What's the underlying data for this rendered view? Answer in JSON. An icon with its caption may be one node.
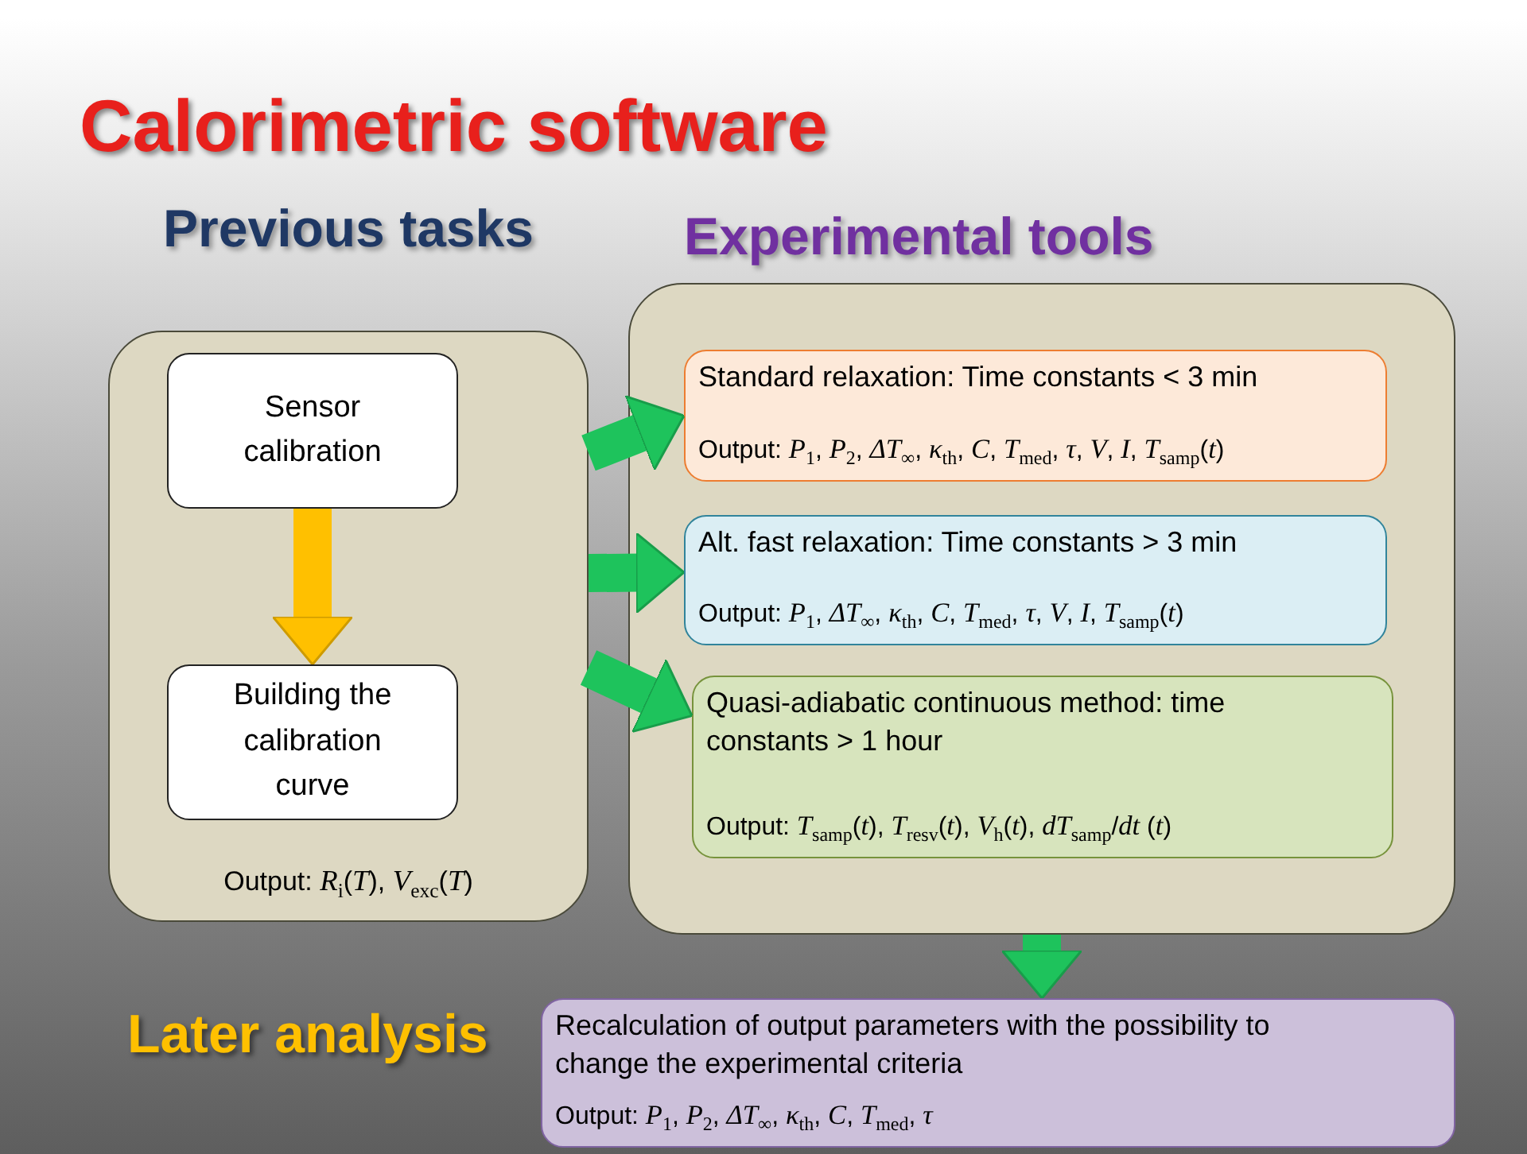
{
  "diagram": {
    "title": "Calorimetric software",
    "nodes": [
      {
        "text": [
          "Previous tasks",
          "Output: *R*$_{i}$(*T*), *V*$_{exc}$(*T*)"
        ]
      },
      {
        "text": [
          "Sensor calibration"
        ],
        "in": 0
      },
      {
        "text": [
          "Building the calibration curve"
        ],
        "in": 0
      },
      {
        "text": [
          "Experimental tools"
        ]
      },
      {
        "text": [
          "Standard relaxation: Time constants < 3 min",
          "Output: *P*$_{1}$, *P*$_{2}$, *ΔT*$_{∞}$, *κ*$_{th}$, *C*, *T*$_{med}$, *τ*, *V*, *I*, *T*$_{samp}$(*t*)"
        ],
        "in": 3
      },
      {
        "text": [
          "Alt. fast relaxation: Time constants > 3 min",
          "Output: *P*$_{1}$, *ΔT*$_{∞}$, *κ*$_{th}$, *C*, *T*$_{med}$, *τ*, *V*, *I*, *T*$_{samp}$(*t*)"
        ],
        "in": 3
      },
      {
        "text": [
          "Quasi-adiabatic continuous method: time constants > 1 hour",
          "Output: *T*$_{samp}$(*t*), *T*$_{resv}$(*t*), *V*$_{h}$(*t*), *dT*$_{samp}$/*dt* (*t*)"
        ],
        "in": 3
      },
      {
        "text": [
          "Recalculation of output parameters with the possibility to change the experimental criteria",
          "Output: *P*$_{1}$, *P*$_{2}$, *ΔT*$_{∞}$, *κ*$_{th}$, *C*, *T*$_{med}$, *τ*"
        ]
      }
    ],
    "edges": [
      {
        "from": 1,
        "to": 2,
        "arrow": "to",
        "color": "#ffc000"
      },
      {
        "from": 0,
        "to": 4,
        "arrow": "to"
      },
      {
        "from": 0,
        "to": 5,
        "arrow": "to"
      },
      {
        "from": 0,
        "to": 6,
        "arrow": "to"
      },
      {
        "from": 3,
        "to": 7,
        "arrow": "to"
      }
    ],
    "labels": [
      "Later analysis"
    ]
  }
}
